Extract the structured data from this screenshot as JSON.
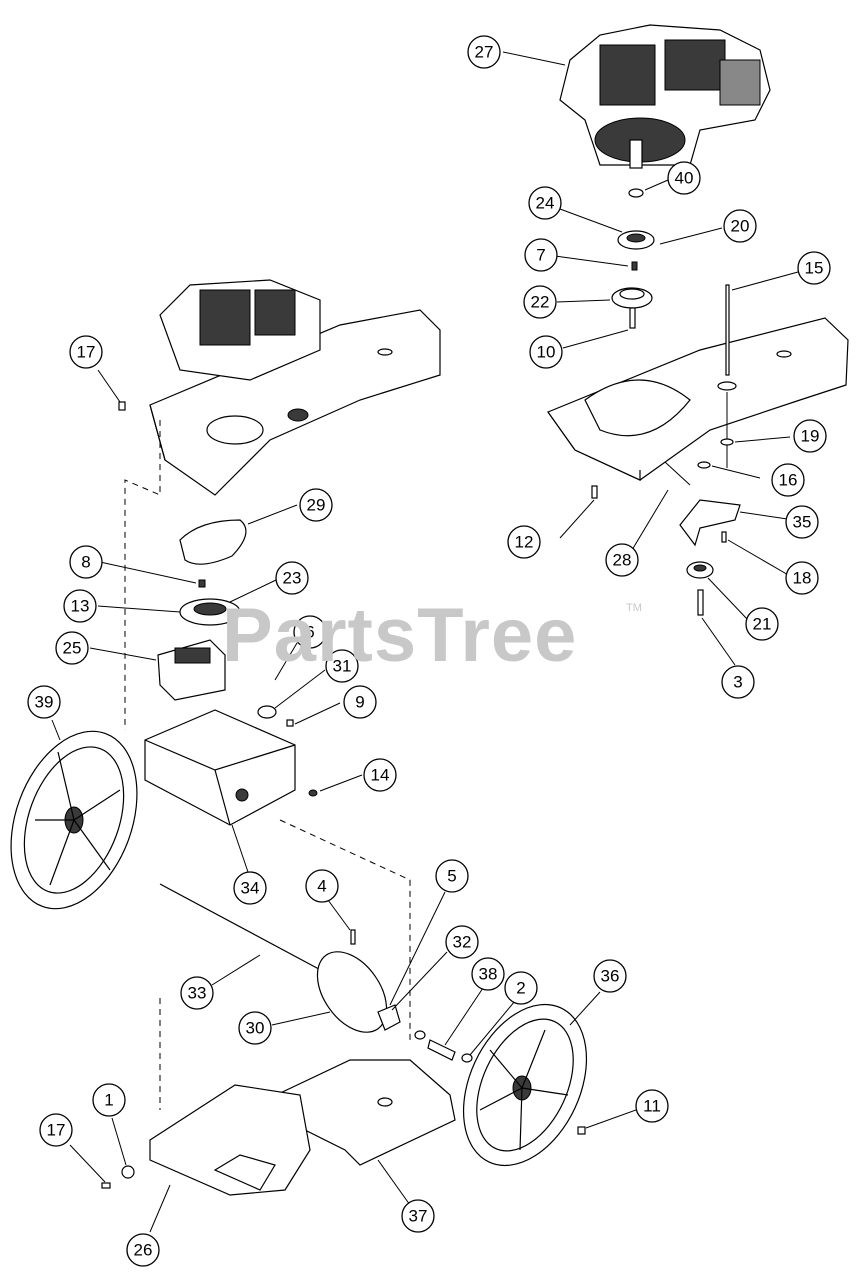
{
  "watermark": {
    "text": "PartsTree",
    "trademark": "TM"
  },
  "callouts": [
    {
      "label": "27"
    },
    {
      "label": "40"
    },
    {
      "label": "24"
    },
    {
      "label": "20"
    },
    {
      "label": "7"
    },
    {
      "label": "15"
    },
    {
      "label": "22"
    },
    {
      "label": "10"
    },
    {
      "label": "17"
    },
    {
      "label": "19"
    },
    {
      "label": "16"
    },
    {
      "label": "35"
    },
    {
      "label": "12"
    },
    {
      "label": "28"
    },
    {
      "label": "18"
    },
    {
      "label": "29"
    },
    {
      "label": "8"
    },
    {
      "label": "23"
    },
    {
      "label": "13"
    },
    {
      "label": "21"
    },
    {
      "label": "6"
    },
    {
      "label": "25"
    },
    {
      "label": "3"
    },
    {
      "label": "31"
    },
    {
      "label": "39"
    },
    {
      "label": "9"
    },
    {
      "label": "14"
    },
    {
      "label": "34"
    },
    {
      "label": "4"
    },
    {
      "label": "5"
    },
    {
      "label": "32"
    },
    {
      "label": "36"
    },
    {
      "label": "33"
    },
    {
      "label": "38"
    },
    {
      "label": "2"
    },
    {
      "label": "30"
    },
    {
      "label": "1"
    },
    {
      "label": "11"
    },
    {
      "label": "17"
    },
    {
      "label": "37"
    },
    {
      "label": "26"
    }
  ]
}
